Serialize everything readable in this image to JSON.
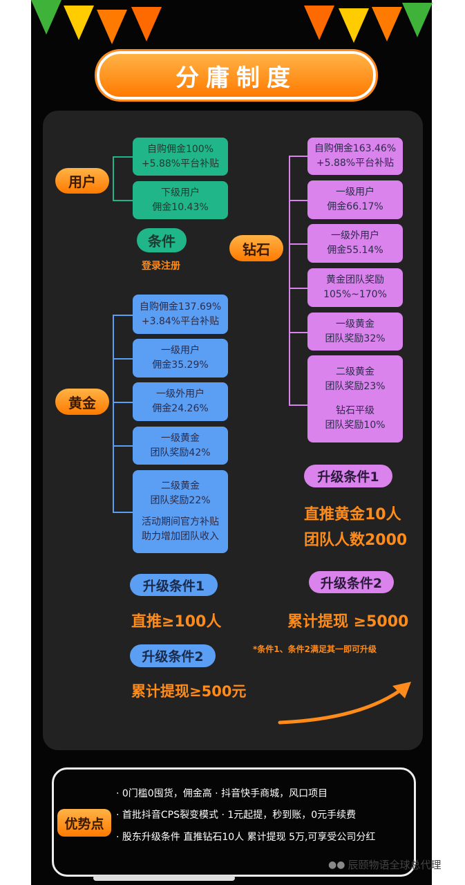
{
  "title": "分庸制度",
  "colors": {
    "orange": "#ff8c1a",
    "green": "#21b58a",
    "blue": "#5b9ff4",
    "purple": "#da83ec",
    "background": "#222222"
  },
  "user": {
    "label": "用户",
    "boxes": [
      [
        "自购佣金100%",
        "+5.88%平台补贴"
      ],
      [
        "下级用户",
        "佣金10.43%"
      ]
    ],
    "condition_label": "条件",
    "condition": "登录注册"
  },
  "gold": {
    "label": "黄金",
    "boxes": [
      [
        "自购佣金137.69%",
        "+3.84%平台补贴"
      ],
      [
        "一级用户",
        "佣金35.29%"
      ],
      [
        "一级外用户",
        "佣金24.26%"
      ],
      [
        "一级黄金",
        "团队奖励42%"
      ],
      [
        "二级黄金",
        "团队奖励22%",
        "",
        "活动期间官方补贴",
        "助力增加团队收入"
      ]
    ],
    "upgrade1_label": "升级条件1",
    "upgrade1": "直推≥100人",
    "upgrade2_label": "升级条件2",
    "upgrade2": "累计提现≥500元"
  },
  "diamond": {
    "label": "钻石",
    "boxes": [
      [
        "自购佣金163.46%",
        "+5.88%平台补贴"
      ],
      [
        "一级用户",
        "佣金66.17%"
      ],
      [
        "一级外用户",
        "佣金55.14%"
      ],
      [
        "黄金团队奖励",
        "105%~170%"
      ],
      [
        "一级黄金",
        "团队奖励32%"
      ],
      [
        "二级黄金",
        "团队奖励23%",
        "",
        "钻石平级",
        "团队奖励10%"
      ]
    ],
    "upgrade1_label": "升级条件1",
    "upgrade1_lines": [
      "直推黄金10人",
      "团队人数2000"
    ],
    "upgrade2_label": "升级条件2",
    "upgrade2": "累计提现 ≥5000",
    "note": "*条件1、条件2满足其一即可升级"
  },
  "advantages": {
    "label": "优势点",
    "items": [
      "· 0门槛0囤货，佣金高   · 抖音快手商城，风口项目",
      "· 首批抖音CPS裂变模式  · 1元起提，秒到账，0元手续费",
      "· 股东升级条件 直推钻石10人 累计提现 5万,可享受公司分红"
    ]
  },
  "watermark": "辰颐物语全球总代理"
}
